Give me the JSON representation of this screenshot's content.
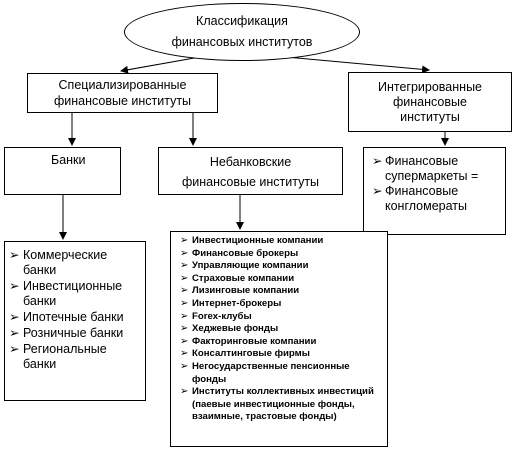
{
  "title": {
    "line1": "Классификация",
    "line2": "финансовых институтов"
  },
  "specialized": {
    "line1": "Специализированные",
    "line2": "финансовые институты"
  },
  "integrated": {
    "line1": "Интегрированные",
    "line2": "финансовые",
    "line3": "институты"
  },
  "banks": {
    "label": "Банки",
    "items": [
      "Коммерческие банки",
      "Инвестиционные банки",
      "Ипотечные банки",
      "Розничные банки",
      "Региональные банки"
    ]
  },
  "nonbank": {
    "line1": "Небанковские",
    "line2": "финансовые институты",
    "items": [
      "Инвестиционные компании",
      "Финансовые брокеры",
      "Управляющие компании",
      "Страховые компании",
      "Лизинговые компании",
      "Интернет-брокеры",
      "Forex-клубы",
      "Хеджевые фонды",
      "Факторинговые компании",
      "Консалтинговые фирмы",
      "Негосударственные пенсионные фонды",
      "Институты коллективных инвестиций (паевые инвестиционные фонды, взаимные, трастовые фонды)"
    ]
  },
  "integrated_list": {
    "items": [
      "Финансовые супермаркеты =",
      "Финансовые конгломераты"
    ]
  },
  "marker": "➢",
  "colors": {
    "line": "#000000",
    "background": "#ffffff"
  }
}
